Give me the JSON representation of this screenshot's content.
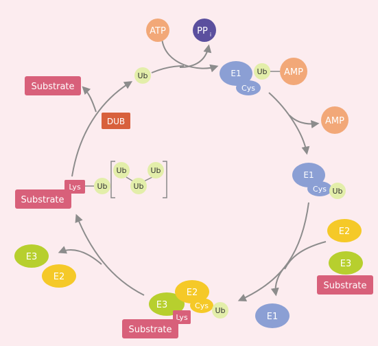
{
  "labels": {
    "atp": "ATP",
    "ppi_main": "PP",
    "ppi_sub": "i",
    "e1": "E1",
    "cys": "Cys",
    "ub": "Ub",
    "amp": "AMP",
    "e2": "E2",
    "e3": "E3",
    "substrate": "Substrate",
    "lys": "Lys",
    "dub": "DUB"
  },
  "colors": {
    "background": "#fcecef",
    "e1": "#8b9fd4",
    "ub": "#e3eeaa",
    "amp_atp": "#f2a878",
    "ppi": "#5b4f9e",
    "e2": "#f5c928",
    "e3": "#b7cf2e",
    "substrate": "#d8607a",
    "dub": "#d8603c",
    "arrow": "#8c8c8c"
  }
}
